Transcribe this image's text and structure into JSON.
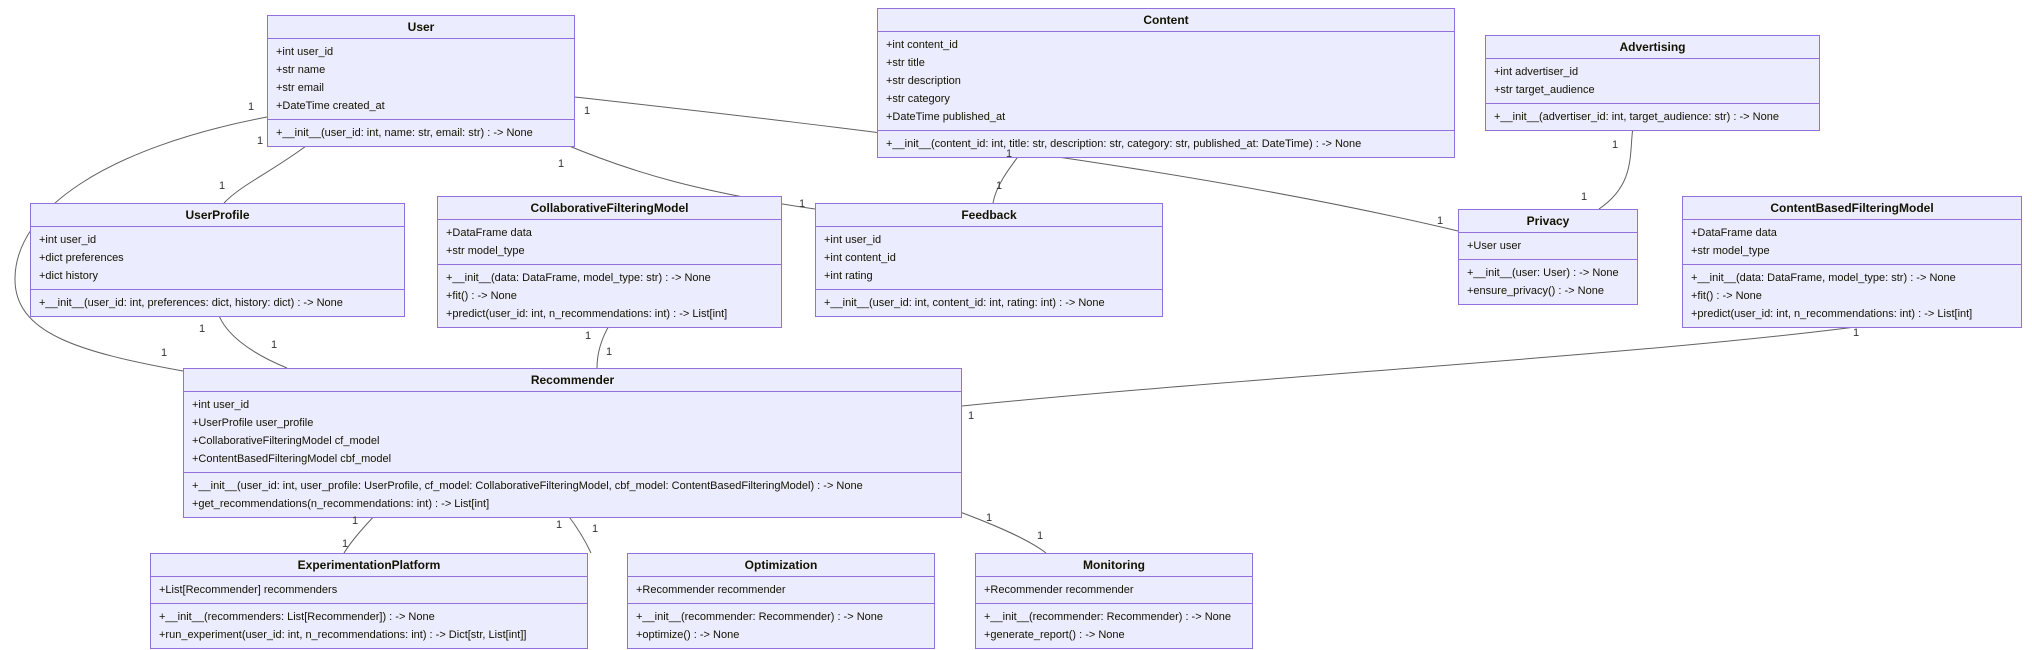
{
  "diagram": {
    "type": "uml-class-diagram",
    "colors": {
      "box_fill": "#ECECFF",
      "box_border": "#9370DB",
      "edge_line": "#616161",
      "text": "#131300",
      "background": "#FFFFFF"
    },
    "classes": [
      {
        "name": "User",
        "attributes": [
          "+int user_id",
          "+str name",
          "+str email",
          "+DateTime created_at"
        ],
        "methods": [
          "+__init__(user_id: int, name: str, email: str) : -> None"
        ]
      },
      {
        "name": "Content",
        "attributes": [
          "+int content_id",
          "+str title",
          "+str description",
          "+str category",
          "+DateTime published_at"
        ],
        "methods": [
          "+__init__(content_id: int, title: str, description: str, category: str, published_at: DateTime) : -> None"
        ]
      },
      {
        "name": "Advertising",
        "attributes": [
          "+int advertiser_id",
          "+str target_audience"
        ],
        "methods": [
          "+__init__(advertiser_id: int, target_audience: str) : -> None"
        ]
      },
      {
        "name": "UserProfile",
        "attributes": [
          "+int user_id",
          "+dict preferences",
          "+dict history"
        ],
        "methods": [
          "+__init__(user_id: int, preferences: dict, history: dict) : -> None"
        ]
      },
      {
        "name": "CollaborativeFilteringModel",
        "attributes": [
          "+DataFrame data",
          "+str model_type"
        ],
        "methods": [
          "+__init__(data: DataFrame, model_type: str) : -> None",
          "+fit() : -> None",
          "+predict(user_id: int, n_recommendations: int) : -> List[int]"
        ]
      },
      {
        "name": "Feedback",
        "attributes": [
          "+int user_id",
          "+int content_id",
          "+int rating"
        ],
        "methods": [
          "+__init__(user_id: int, content_id: int, rating: int) : -> None"
        ]
      },
      {
        "name": "Privacy",
        "attributes": [
          "+User user"
        ],
        "methods": [
          "+__init__(user: User) : -> None",
          "+ensure_privacy() : -> None"
        ]
      },
      {
        "name": "ContentBasedFilteringModel",
        "attributes": [
          "+DataFrame data",
          "+str model_type"
        ],
        "methods": [
          "+__init__(data: DataFrame, model_type: str) : -> None",
          "+fit() : -> None",
          "+predict(user_id: int, n_recommendations: int) : -> List[int]"
        ]
      },
      {
        "name": "Recommender",
        "attributes": [
          "+int user_id",
          "+UserProfile user_profile",
          "+CollaborativeFilteringModel cf_model",
          "+ContentBasedFilteringModel cbf_model"
        ],
        "methods": [
          "+__init__(user_id: int, user_profile: UserProfile, cf_model: CollaborativeFilteringModel, cbf_model: ContentBasedFilteringModel) : -> None",
          "+get_recommendations(n_recommendations: int) : -> List[int]"
        ]
      },
      {
        "name": "ExperimentationPlatform",
        "attributes": [
          "+List[Recommender] recommenders"
        ],
        "methods": [
          "+__init__(recommenders: List[Recommender]) : -> None",
          "+run_experiment(user_id: int, n_recommendations: int) : -> Dict[str, List[int]]"
        ]
      },
      {
        "name": "Optimization",
        "attributes": [
          "+Recommender recommender"
        ],
        "methods": [
          "+__init__(recommender: Recommender) : -> None",
          "+optimize() : -> None"
        ]
      },
      {
        "name": "Monitoring",
        "attributes": [
          "+Recommender recommender"
        ],
        "methods": [
          "+__init__(recommender: Recommender) : -> None",
          "+generate_report() : -> None"
        ]
      }
    ],
    "relationships": [
      {
        "from": "User",
        "to": "UserProfile",
        "from_card": "1",
        "to_card": "1"
      },
      {
        "from": "User",
        "to": "Recommender",
        "from_card": "1",
        "to_card": "1"
      },
      {
        "from": "User",
        "to": "Feedback",
        "from_card": "1",
        "to_card": "1"
      },
      {
        "from": "User",
        "to": "Privacy",
        "from_card": "1",
        "to_card": "1"
      },
      {
        "from": "Content",
        "to": "Feedback",
        "from_card": "1",
        "to_card": "1"
      },
      {
        "from": "Advertising",
        "to": "Privacy",
        "from_card": "1",
        "to_card": "1"
      },
      {
        "from": "CollaborativeFilteringModel",
        "to": "Recommender",
        "from_card": "1",
        "to_card": "1"
      },
      {
        "from": "UserProfile",
        "to": "Recommender",
        "from_card": "1",
        "to_card": "1"
      },
      {
        "from": "Recommender",
        "to": "ContentBasedFilteringModel",
        "from_card": "1",
        "to_card": "1"
      },
      {
        "from": "Recommender",
        "to": "ExperimentationPlatform",
        "from_card": "1",
        "to_card": "1"
      },
      {
        "from": "Recommender",
        "to": "Optimization",
        "from_card": "1",
        "to_card": "1"
      },
      {
        "from": "Recommender",
        "to": "Monitoring",
        "from_card": "1",
        "to_card": "1"
      }
    ]
  }
}
